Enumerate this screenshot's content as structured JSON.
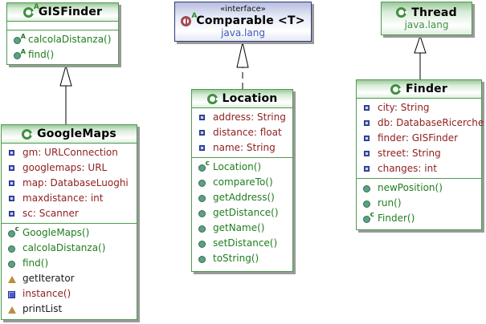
{
  "colors": {
    "class_border_green": "#4e9a4e",
    "interface_border_navy": "#2e3a7a",
    "field_text_maroon": "#8f2121",
    "method_text_green": "#1f7d1f",
    "plain_member_text_black": "#1a1a1a",
    "package_text_green": "#3f8f3f",
    "package_text_blue": "#3c5ab4",
    "box_shadow_gray": "#9a9a9a"
  },
  "classes": {
    "gisfinder": {
      "icon": "abstract-class-icon",
      "name": "GISFinder",
      "fields": [],
      "methods": [
        {
          "icon": "abstract-method-icon",
          "text": "calcolaDistanza()"
        },
        {
          "icon": "abstract-method-icon",
          "text": "find()"
        }
      ]
    },
    "comparable": {
      "icon": "interface-icon",
      "stereotype": "«interface»",
      "name": "Comparable <T>",
      "package": "java.lang"
    },
    "thread": {
      "icon": "class-icon",
      "name": "Thread",
      "package": "java.lang"
    },
    "googlemaps": {
      "icon": "class-icon",
      "name": "GoogleMaps",
      "fields": [
        {
          "icon": "field-icon",
          "text": "gm: URLConnection"
        },
        {
          "icon": "field-icon",
          "text": "googlemaps: URL"
        },
        {
          "icon": "field-icon",
          "text": "map: DatabaseLuoghi"
        },
        {
          "icon": "field-icon",
          "text": "maxdistance: int"
        },
        {
          "icon": "field-icon",
          "text": "sc: Scanner"
        }
      ],
      "methods": [
        {
          "icon": "constructor-icon",
          "text": "GoogleMaps()"
        },
        {
          "icon": "method-icon",
          "text": "calcolaDistanza()"
        },
        {
          "icon": "method-icon",
          "text": "find()"
        },
        {
          "icon": "triangle-icon",
          "text": "getIterator"
        },
        {
          "icon": "blue-square-icon",
          "text": "instance()"
        },
        {
          "icon": "triangle-icon",
          "text": "printList"
        }
      ]
    },
    "location": {
      "icon": "class-icon",
      "name": "Location",
      "fields": [
        {
          "icon": "field-icon",
          "text": "address: String"
        },
        {
          "icon": "field-icon",
          "text": "distance: float"
        },
        {
          "icon": "field-icon",
          "text": "name: String"
        }
      ],
      "methods": [
        {
          "icon": "constructor-icon",
          "text": "Location()"
        },
        {
          "icon": "method-icon",
          "text": "compareTo()"
        },
        {
          "icon": "method-icon",
          "text": "getAddress()"
        },
        {
          "icon": "method-icon",
          "text": "getDistance()"
        },
        {
          "icon": "method-icon",
          "text": "getName()"
        },
        {
          "icon": "method-icon",
          "text": "setDistance()"
        },
        {
          "icon": "method-icon",
          "text": "toString()"
        }
      ]
    },
    "finder": {
      "icon": "class-icon",
      "name": "Finder",
      "fields": [
        {
          "icon": "field-icon",
          "text": "city: String"
        },
        {
          "icon": "field-icon",
          "text": "db: DatabaseRicerche"
        },
        {
          "icon": "field-icon",
          "text": "finder: GISFinder"
        },
        {
          "icon": "field-icon",
          "text": "street: String"
        },
        {
          "icon": "field-icon",
          "text": "changes: int"
        }
      ],
      "methods": [
        {
          "icon": "method-icon",
          "text": "newPosition()"
        },
        {
          "icon": "method-icon",
          "text": "run()"
        },
        {
          "icon": "constructor-icon",
          "text": "Finder()"
        }
      ]
    }
  },
  "relationships": [
    {
      "from": "GoogleMaps",
      "to": "GISFinder",
      "type": "generalization",
      "line": "solid"
    },
    {
      "from": "Location",
      "to": "Comparable",
      "type": "realization",
      "line": "dashed"
    },
    {
      "from": "Finder",
      "to": "Thread",
      "type": "generalization",
      "line": "solid"
    }
  ]
}
